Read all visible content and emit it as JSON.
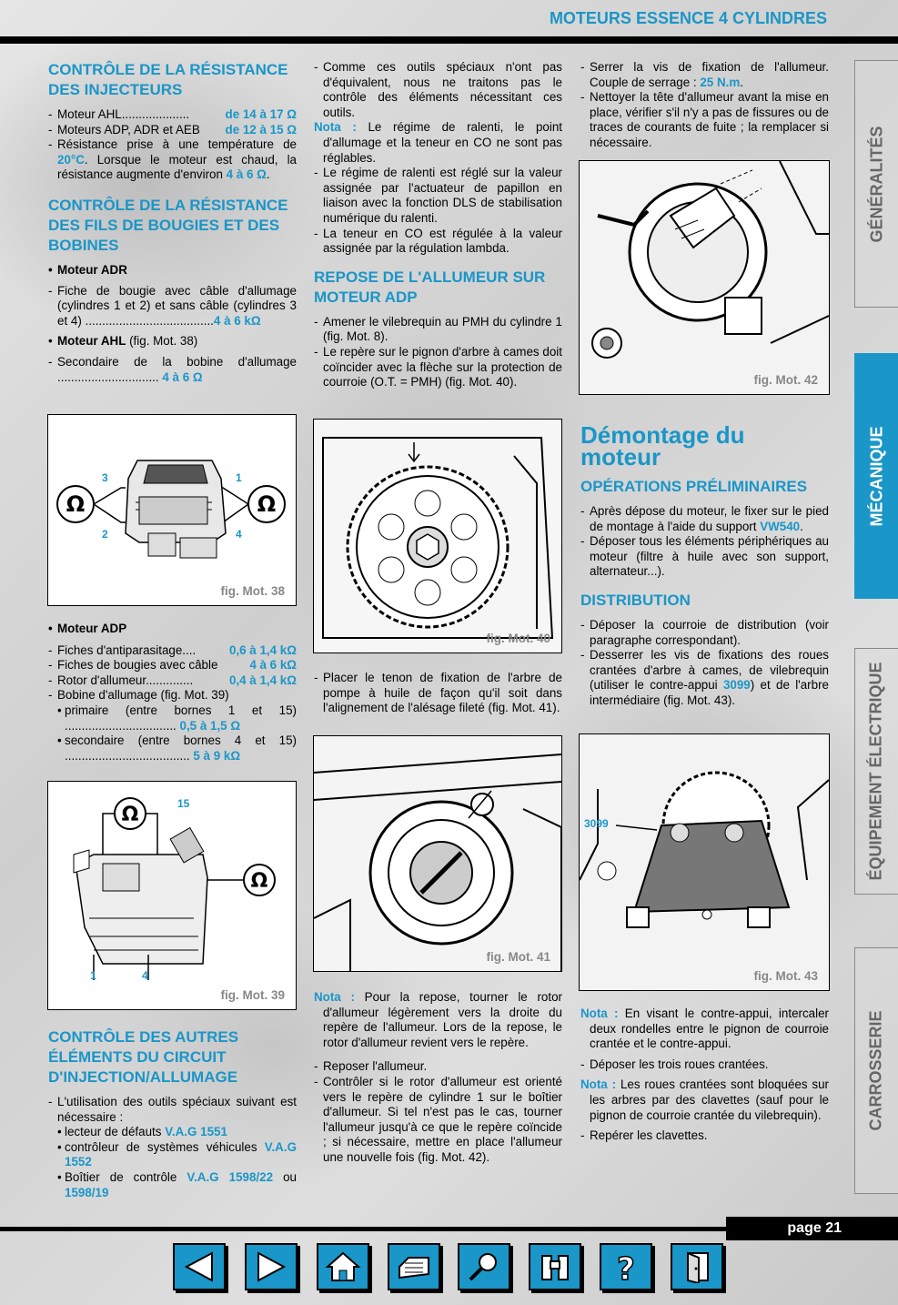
{
  "header": {
    "title": "MOTEURS ESSENCE 4 CYLINDRES"
  },
  "tabs": [
    {
      "label": "GÉNÉRALITÉS",
      "active": false
    },
    {
      "label": "MÉCANIQUE",
      "active": true
    },
    {
      "label": "ÉQUIPEMENT ÉLECTRIQUE",
      "active": false
    },
    {
      "label": "CARROSSERIE",
      "active": false
    }
  ],
  "col1": {
    "h_injecteurs": "CONTRÔLE DE LA RÉSISTANCE DES INJECTEURS",
    "inj_1_label": "Moteur AHL....................",
    "inj_1_val": "de 14 à 17 Ω",
    "inj_2_label": "Moteurs ADP, ADR et AEB",
    "inj_2_val": "de 12 à 15 Ω",
    "inj_3_a": "Résistance prise à une température de ",
    "inj_3_temp": "20°C",
    "inj_3_b": ". Lorsque le moteur est chaud, la résistance augmente d'environ ",
    "inj_3_val": "4 à 6 Ω",
    "inj_3_c": ".",
    "h_fils": "CONTRÔLE DE LA RÉSISTANCE DES FILS DE BOUGIES ET DES BOBINES",
    "adr_title": "Moteur ADR",
    "adr_1": "Fiche de bougie avec câble d'allumage (cylindres 1 et 2) et sans câble (cylindres 3 et 4)",
    "adr_1_dots": "......................................",
    "adr_1_val": "4 à 6 kΩ",
    "ahl_title": "Moteur AHL",
    "ahl_ref": " (fig. Mot. 38)",
    "ahl_1": "Secondaire de la bobine d'allumage",
    "ahl_1_dots": " ..............................",
    "ahl_1_val": "4 à 6 Ω",
    "fig38": {
      "caption": "fig. Mot. 38",
      "l3": "3",
      "l1": "1",
      "l2": "2",
      "l4": "4",
      "omega": "Ω"
    },
    "adp_title": "Moteur ADP",
    "adp_1_label": "Fiches d'antiparasitage....",
    "adp_1_val": "0,6 à 1,4 kΩ",
    "adp_2_label": "Fiches de bougies avec câble",
    "adp_2_val": "4 à 6 kΩ",
    "adp_3_label": "Rotor  d'allumeur..............",
    "adp_3_val": "0,4 à 1,4 kΩ",
    "adp_4": "Bobine d'allumage (fig. Mot. 39)",
    "adp_4a": "primaire (entre bornes 1 et 15)",
    "adp_4a_dots": " .................................",
    "adp_4a_val": "0,5 à 1,5 Ω",
    "adp_4b": "secondaire (entre bornes 4 et 15)",
    "adp_4b_dots": " .....................................",
    "adp_4b_val": "5 à 9 kΩ",
    "fig39": {
      "caption": "fig. Mot. 39",
      "l15": "15",
      "l1": "1",
      "l4": "4",
      "omega": "Ω"
    },
    "h_autres": "CONTRÔLE DES AUTRES ÉLÉMENTS DU CIRCUIT D'INJECTION/ALLUMAGE",
    "autres_1": "L'utilisation des outils spéciaux suivant est nécessaire :",
    "tool_1_a": "lecteur de défauts ",
    "tool_1_b": "V.A.G 1551",
    "tool_2_a": "contrôleur de systèmes véhicules ",
    "tool_2_b": "V.A.G 1552",
    "tool_3_a": "Boîtier de contrôle ",
    "tool_3_b": "V.A.G 1598/22",
    "tool_3_c": " ou ",
    "tool_3_d": "1598/19"
  },
  "col2": {
    "p1": "Comme ces outils spéciaux n'ont pas d'équivalent, nous ne traitons pas le contrôle des éléments nécessitant ces outils.",
    "nota1_label": "Nota :",
    "nota1": " Le régime de ralenti, le point d'allumage et la teneur en CO ne sont pas réglables.",
    "p2": "Le régime de ralenti est réglé sur la valeur assignée par l'actuateur de papillon en liaison avec la fonction DLS de stabilisation numérique du ralenti.",
    "p3": "La teneur en CO est régulée à la valeur assignée par la régulation lambda.",
    "h_repose": "REPOSE DE L'ALLUMEUR SUR MOTEUR ADP",
    "p4": "Amener le vilebrequin au PMH du cylindre 1 (fig. Mot. 8).",
    "p5": "Le repère sur le pignon d'arbre à cames doit coïncider avec la flèche sur la protection de courroie (O.T. = PMH) (fig. Mot. 40).",
    "fig40": {
      "caption": "fig. Mot. 40"
    },
    "p6": "Placer le tenon de fixation de l'arbre de pompe à huile de façon qu'il soit dans l'alignement de l'alésage fileté (fig. Mot. 41).",
    "fig41": {
      "caption": "fig. Mot. 41"
    },
    "nota2_label": "Nota :",
    "nota2": " Pour la repose, tourner le rotor d'allumeur légèrement vers la droite du repère de l'allumeur. Lors de la repose, le rotor d'allumeur revient vers le repère.",
    "p7": "Reposer l'allumeur.",
    "p8": "Contrôler si le rotor d'allumeur est orienté vers le repère de cylindre 1 sur le boîtier d'allumeur. Si tel n'est pas le cas, tourner l'allumeur jusqu'à ce que le repère coïncide ; si nécessaire, mettre en place l'allumeur une nouvelle fois (fig. Mot. 42)."
  },
  "col3": {
    "p1_a": "Serrer la vis de fixation de l'allumeur. Couple de serrage : ",
    "p1_val": "25 N.m",
    "p1_b": ".",
    "p2": "Nettoyer la tête d'allumeur avant la mise en place, vérifier s'il n'y a pas de fissures ou de traces de courants de fuite ; la remplacer si nécessaire.",
    "fig42": {
      "caption": "fig. Mot. 42"
    },
    "h1": "Démontage du moteur",
    "h_prelim": "OPÉRATIONS PRÉLIMINAIRES",
    "pre1_a": "Après dépose du moteur, le fixer sur le pied de montage à l'aide du support ",
    "pre1_val": "VW540",
    "pre1_b": ".",
    "pre2": "Déposer tous les éléments périphé­riques au moteur (filtre à huile avec son support, alternateur...).",
    "h_distrib": "DISTRIBUTION",
    "d1": "Déposer la courroie de distribution (voir paragraphe correspondant).",
    "d2_a": "Desserrer les vis de fixations des roues crantées d'arbre à cames, de vile­brequin (utiliser le contre-appui ",
    "d2_val": "3099",
    "d2_b": ") et de l'arbre intermédiaire (fig. Mot. 43).",
    "fig43": {
      "caption": "fig. Mot. 43",
      "l3099": "3099"
    },
    "nota3_label": "Nota :",
    "nota3": " En visant le contre-appui, intercaler deux rondelles entre le pignon de courroie crantée et le contre-appui.",
    "d3": "Déposer les trois roues crantées.",
    "nota4_label": "Nota :",
    "nota4": " Les roues crantées sont bloquées sur les arbres par des clavettes (sauf pour le pignon de courroie crantée du vilebrequin).",
    "d4": "Repérer les clavettes."
  },
  "footer": {
    "page": "page 21"
  },
  "nav": [
    {
      "icon": "arrow-left-icon"
    },
    {
      "icon": "arrow-right-icon"
    },
    {
      "icon": "home-icon"
    },
    {
      "icon": "print-icon"
    },
    {
      "icon": "search-icon"
    },
    {
      "icon": "binoculars-icon"
    },
    {
      "icon": "help-icon"
    },
    {
      "icon": "exit-icon"
    }
  ],
  "colors": {
    "accent": "#1a96c8",
    "black": "#000000",
    "caption": "#888888"
  }
}
